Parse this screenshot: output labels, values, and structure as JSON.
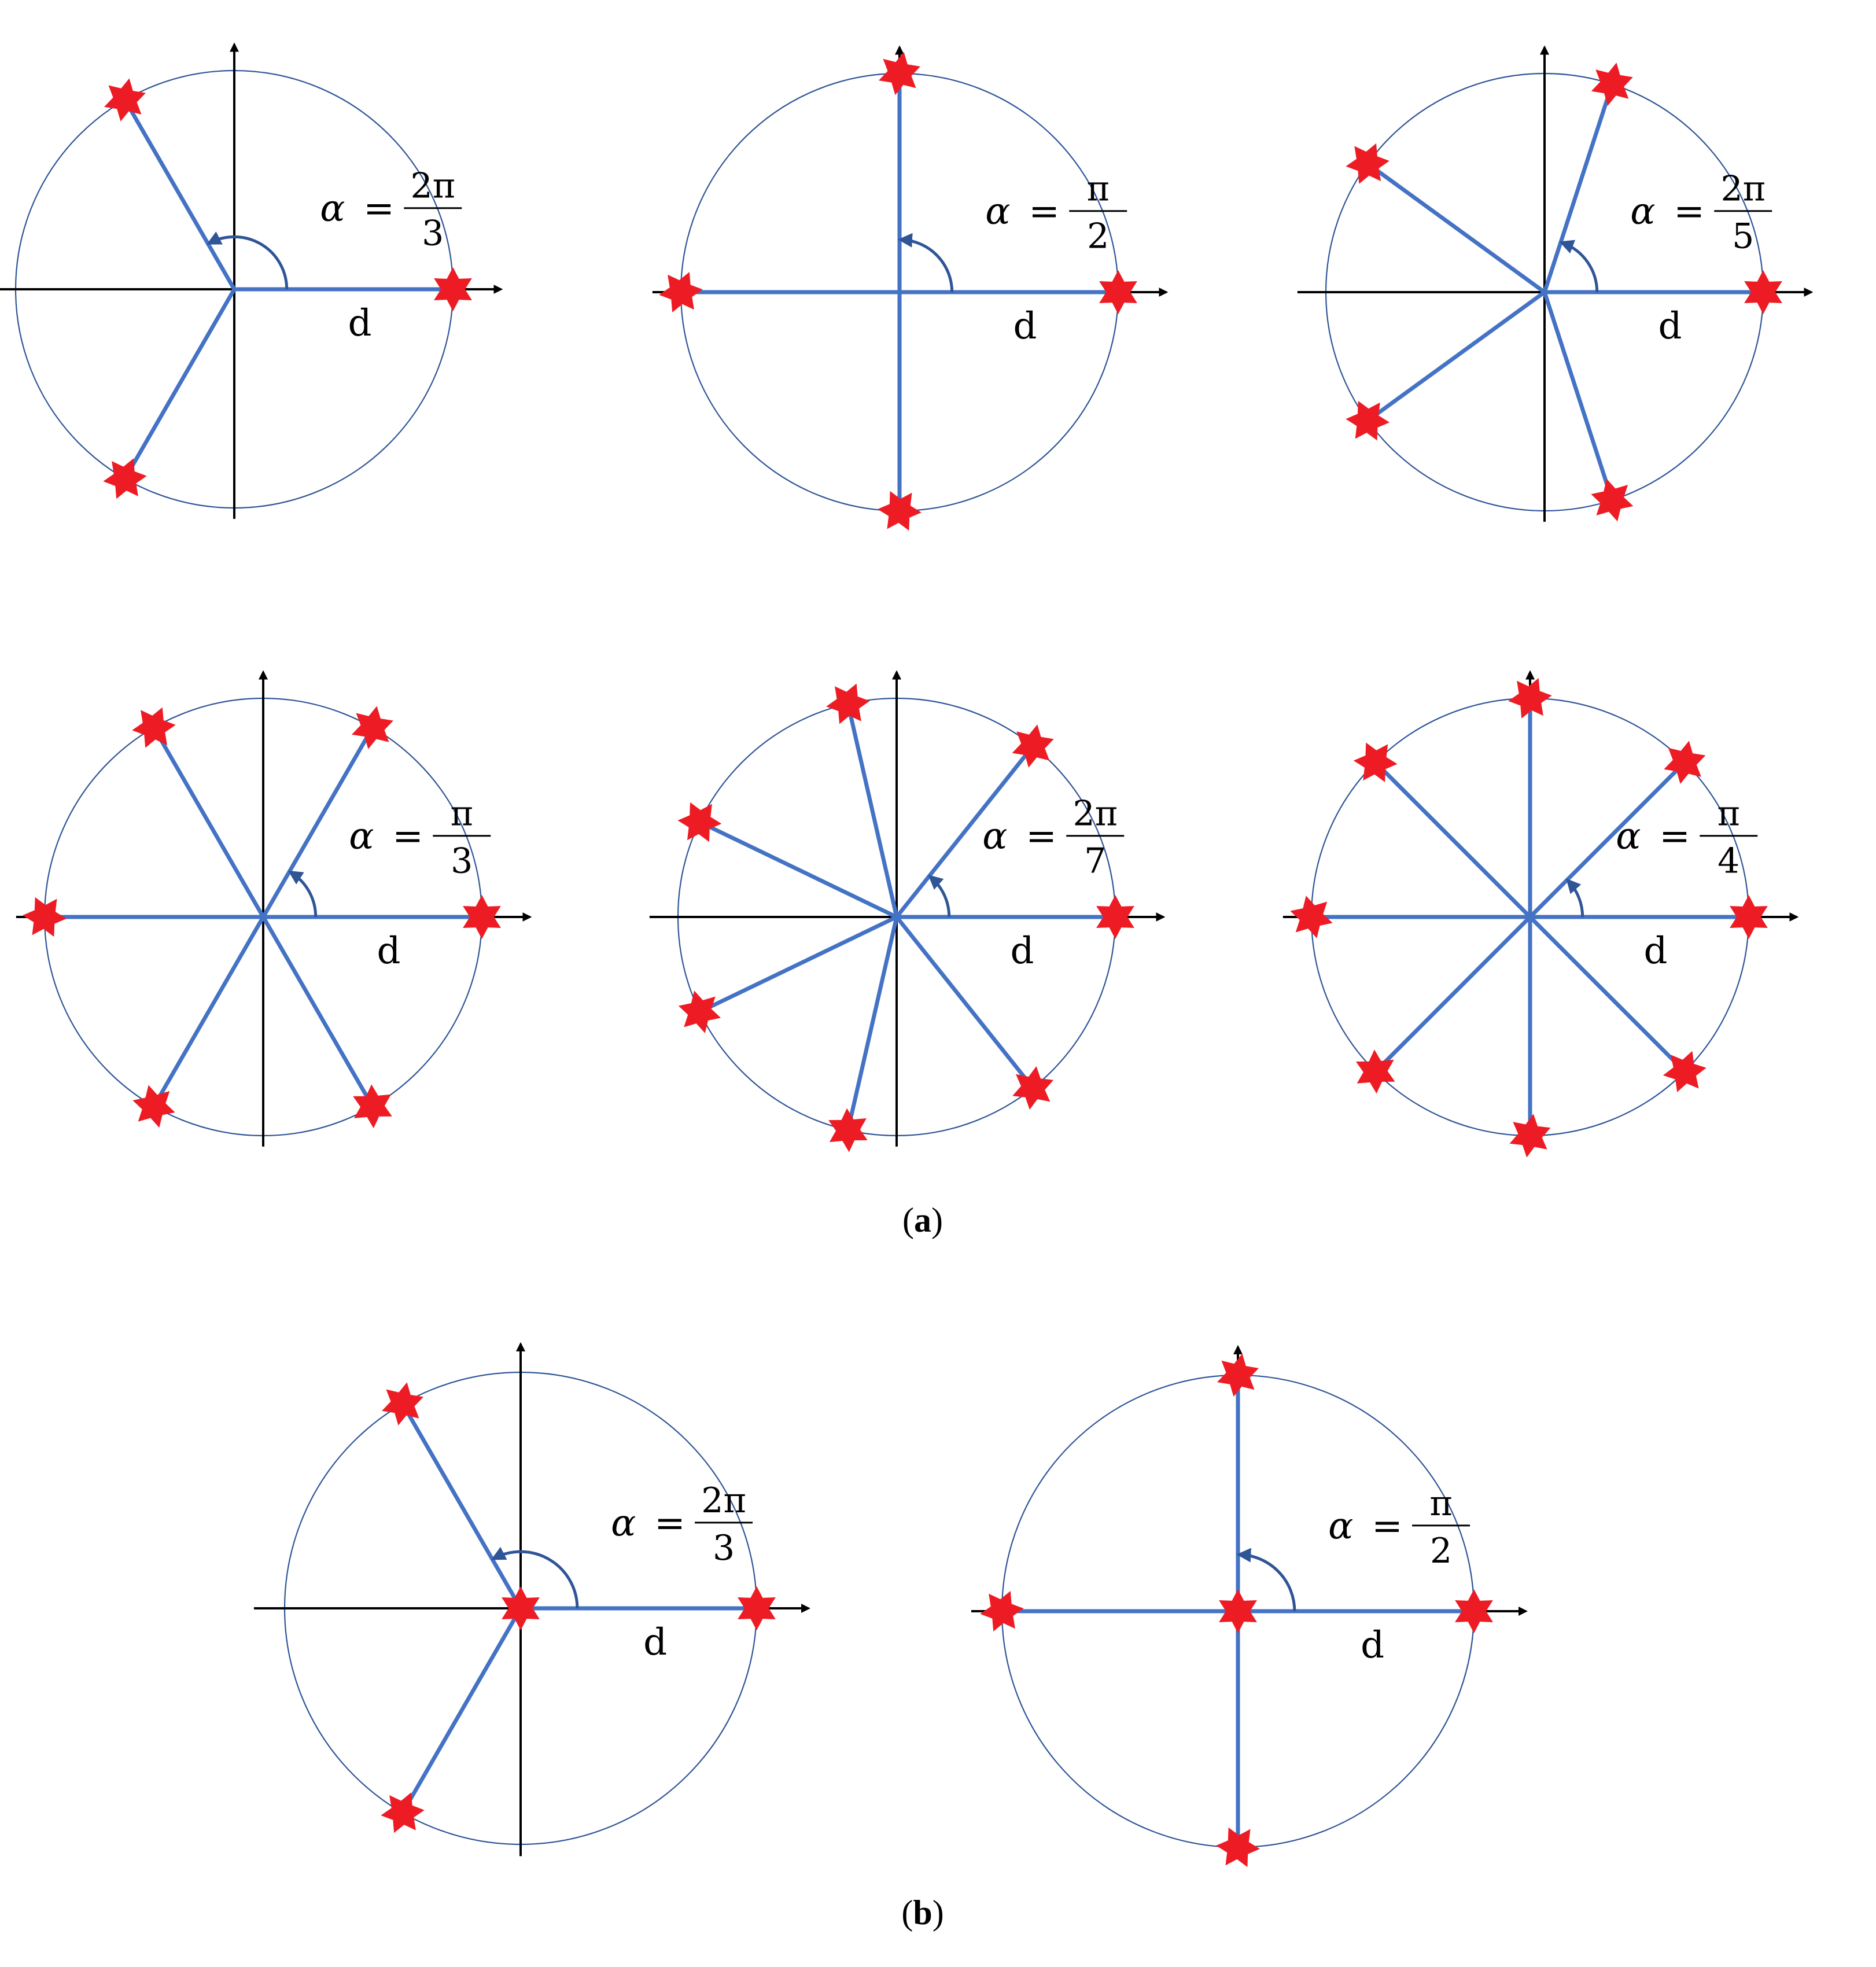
{
  "figure": {
    "captions": [
      {
        "id": "a",
        "open": "(",
        "letter": "a",
        "close": ")"
      },
      {
        "id": "b",
        "open": "(",
        "letter": "b",
        "close": ")"
      }
    ],
    "distance_label": "d",
    "angle_symbol": "α",
    "equals": "=",
    "panels": [
      {
        "id": "a1",
        "n": 3,
        "num": "2π",
        "den": "3",
        "center_star": false,
        "first_angle_deg": 0
      },
      {
        "id": "a2",
        "n": 4,
        "num": "π",
        "den": "2",
        "center_star": false,
        "first_angle_deg": 0
      },
      {
        "id": "a3",
        "n": 5,
        "num": "2π",
        "den": "5",
        "center_star": false,
        "first_angle_deg": 0
      },
      {
        "id": "a4",
        "n": 6,
        "num": "π",
        "den": "3",
        "center_star": false,
        "first_angle_deg": 0
      },
      {
        "id": "a5",
        "n": 7,
        "num": "2π",
        "den": "7",
        "center_star": false,
        "first_angle_deg": 0
      },
      {
        "id": "a6",
        "n": 8,
        "num": "π",
        "den": "4",
        "center_star": false,
        "first_angle_deg": 0
      },
      {
        "id": "b1",
        "n": 3,
        "num": "2π",
        "den": "3",
        "center_star": true,
        "first_angle_deg": 0
      },
      {
        "id": "b2",
        "n": 4,
        "num": "π",
        "den": "2",
        "center_star": true,
        "first_angle_deg": 0
      }
    ]
  },
  "colors": {
    "spoke": "#4472c4",
    "circle": "#2f5597",
    "star": "#ed1c24",
    "axis": "#000000",
    "text": "#000000"
  }
}
